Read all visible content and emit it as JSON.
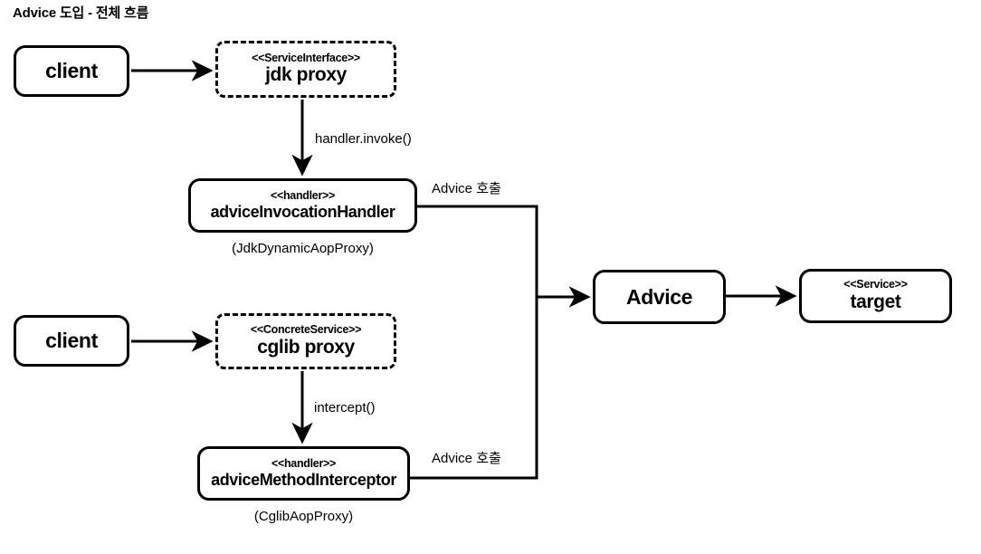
{
  "diagram": {
    "title": "Advice 도입 - 전체 흐름",
    "nodes": {
      "client_top": {
        "label": "client",
        "stereotype": ""
      },
      "jdk_proxy": {
        "label": "jdk proxy",
        "stereotype": "<<ServiceInterface>>"
      },
      "advice_invocation_handler": {
        "label": "adviceInvocationHandler",
        "stereotype": "<<handler>>",
        "caption": "(JdkDynamicAopProxy)"
      },
      "client_bottom": {
        "label": "client",
        "stereotype": ""
      },
      "cglib_proxy": {
        "label": "cglib proxy",
        "stereotype": "<<ConcreteService>>"
      },
      "advice_method_interceptor": {
        "label": "adviceMethodInterceptor",
        "stereotype": "<<handler>>",
        "caption": "(CglibAopProxy)"
      },
      "advice": {
        "label": "Advice",
        "stereotype": ""
      },
      "target": {
        "label": "target",
        "stereotype": "<<Service>>"
      }
    },
    "edges": {
      "client_to_jdk_proxy": "",
      "jdk_proxy_to_handler": "handler.invoke()",
      "handler_to_advice": "Advice 호출",
      "client_to_cglib_proxy": "",
      "cglib_proxy_to_interceptor": "intercept()",
      "interceptor_to_advice": "Advice 호출",
      "advice_to_target": ""
    },
    "colors": {
      "stroke": "#000000",
      "background": "#ffffff",
      "text": "#000000"
    }
  }
}
